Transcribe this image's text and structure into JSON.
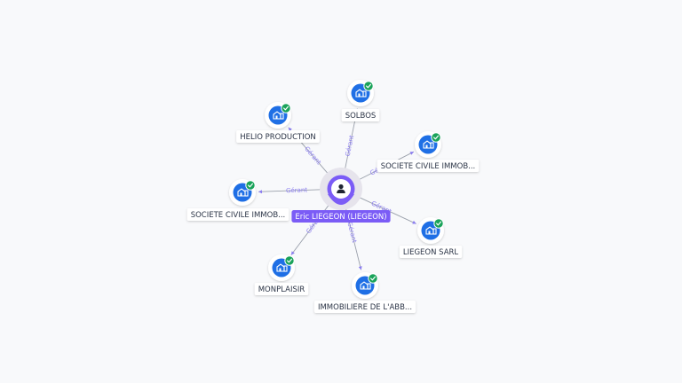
{
  "center": {
    "label": "Eric LIEGEON (LIEGEON)",
    "icon": "person-icon",
    "color": "#7b5cf6"
  },
  "edge_label": "Gérant",
  "colors": {
    "company": "#1f6fe5",
    "check": "#1aa35a",
    "edge": "#9aa0ab",
    "edge_label": "#8a7cf0"
  },
  "companies": [
    {
      "key": "solbos",
      "label": "SOLBOS",
      "icon": "company-icon",
      "status": "verified-check-icon"
    },
    {
      "key": "helio-production",
      "label": "HELIO PRODUCTION",
      "icon": "company-icon",
      "status": "verified-check-icon"
    },
    {
      "key": "societe-civile-immob-right",
      "label": "SOCIETE CIVILE IMMOB...",
      "icon": "company-icon",
      "status": "verified-check-icon"
    },
    {
      "key": "societe-civile-immob-left",
      "label": "SOCIETE CIVILE IMMOB...",
      "icon": "company-icon",
      "status": "verified-check-icon"
    },
    {
      "key": "liegeon-sarl",
      "label": "LIEGEON SARL",
      "icon": "company-icon",
      "status": "verified-check-icon"
    },
    {
      "key": "monplaisir",
      "label": "MONPLAISIR",
      "icon": "company-icon",
      "status": "verified-check-icon"
    },
    {
      "key": "immobiliere-de-labb",
      "label": "IMMOBILIERE DE L'ABB...",
      "icon": "company-icon",
      "status": "verified-check-icon"
    }
  ]
}
